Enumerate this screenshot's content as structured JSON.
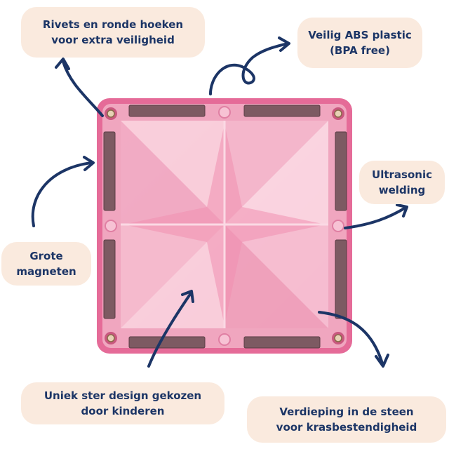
{
  "callouts": {
    "rivets": {
      "line1": "Rivets en ronde hoeken",
      "line2": "voor extra veiligheid"
    },
    "abs": {
      "line1": "Veilig ABS plastic",
      "line2": "(BPA free)"
    },
    "ultrasonic": {
      "line1": "Ultrasonic",
      "line2": "welding"
    },
    "magnets": {
      "line1": "Grote",
      "line2": "magneten"
    },
    "star": {
      "line1": "Uniek ster design gekozen",
      "line2": "door kinderen"
    },
    "deepening": {
      "line1": "Verdieping in de steen",
      "line2": "voor krasbestendigheid"
    }
  },
  "colors": {
    "callout_bg": "#faeade",
    "text_navy": "#1c3566",
    "arrow_navy": "#1c3566",
    "tile_frame": "#e06a95",
    "tile_pink": "#f3b2c8",
    "magnet_dark": "#7d5a62"
  },
  "icons": [
    "arrow-icon",
    "rivet-icon",
    "magnet-icon"
  ]
}
